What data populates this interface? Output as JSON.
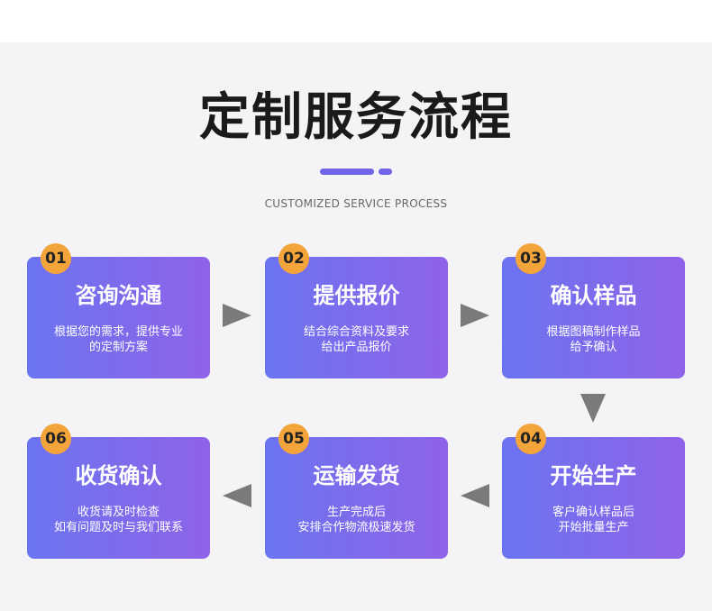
{
  "title": "定制服务流程",
  "subtitle": "CUSTOMIZED SERVICE PROCESS",
  "steps": [
    {
      "num": "01",
      "title": "咨询沟通",
      "line1": "根据您的需求，提供专业",
      "line2": "的定制方案"
    },
    {
      "num": "02",
      "title": "提供报价",
      "line1": "结合综合资料及要求",
      "line2": "给出产品报价"
    },
    {
      "num": "03",
      "title": "确认样品",
      "line1": "根据图稿制作样品",
      "line2": "给予确认"
    },
    {
      "num": "04",
      "title": "开始生产",
      "line1": "客户确认样品后",
      "line2": "开始批量生产"
    },
    {
      "num": "05",
      "title": "运输发货",
      "line1": "生产完成后",
      "line2": "安排合作物流极速发货"
    },
    {
      "num": "06",
      "title": "收货确认",
      "line1": "收货请及时检查",
      "line2": "如有问题及时与我们联系"
    }
  ],
  "colors": {
    "card_start": "#6b74f0",
    "card_end": "#8f63e8",
    "badge": "#f3a43a",
    "accent": "#6f63e8",
    "arrow": "#7a7a7a"
  },
  "icons": [
    "arrow-right-icon",
    "arrow-down-icon",
    "arrow-left-icon"
  ]
}
